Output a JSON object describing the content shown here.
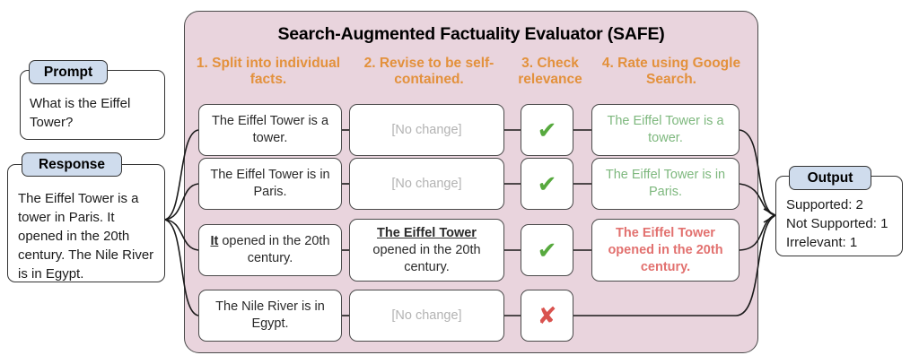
{
  "left": {
    "prompt": {
      "tab_label": "Prompt",
      "text": "What is the Eiffel Tower?"
    },
    "response": {
      "tab_label": "Response",
      "text": "The Eiffel Tower is a tower in Paris. It opened in the 20th century. The Nile River is in Egypt."
    }
  },
  "panel": {
    "title": "Search-Augmented Factuality Evaluator (SAFE)",
    "columns": [
      {
        "label": "1. Split into individual facts."
      },
      {
        "label": "2. Revise to be self-contained."
      },
      {
        "label": "3. Check relevance"
      },
      {
        "label": "4. Rate using Google Search."
      }
    ],
    "rows": [
      {
        "fact": "The Eiffel Tower is a tower.",
        "revised": "[No change]",
        "revised_prefix": "",
        "relevance": "✔",
        "relevance_name": "check-icon",
        "rating": "The Eiffel Tower is a tower.",
        "rating_style": "green"
      },
      {
        "fact": "The Eiffel Tower is in Paris.",
        "revised": "[No change]",
        "revised_prefix": "",
        "relevance": "✔",
        "relevance_name": "check-icon",
        "rating": "The Eiffel Tower is in Paris.",
        "rating_style": "green"
      },
      {
        "fact_prefix": "It",
        "fact": " opened in the 20th century.",
        "revised_prefix": "The Eiffel Tower",
        "revised": " opened in the 20th century.",
        "relevance": "✔",
        "relevance_name": "check-icon",
        "rating": "The Eiffel Tower opened in the 20th century.",
        "rating_style": "red"
      },
      {
        "fact": "The Nile River is in Egypt.",
        "revised": "[No change]",
        "revised_prefix": "",
        "relevance": "✘",
        "relevance_name": "cross-icon",
        "rating": "",
        "rating_style": "none"
      }
    ]
  },
  "output": {
    "tab_label": "Output",
    "lines": [
      "Supported: 2",
      "Not Supported: 1",
      "Irrelevant: 1"
    ]
  },
  "colors": {
    "panel_fill": "#e9d4dd",
    "tab_fill": "#cfdced",
    "heading_orange": "#e3913c",
    "supported_green": "#7eb87e",
    "not_supported_red": "#e2716f",
    "check_green": "#57a93e",
    "cross_red": "#d9534f",
    "placeholder_gray": "#b3b3b3",
    "border": "#4a4a4a"
  }
}
